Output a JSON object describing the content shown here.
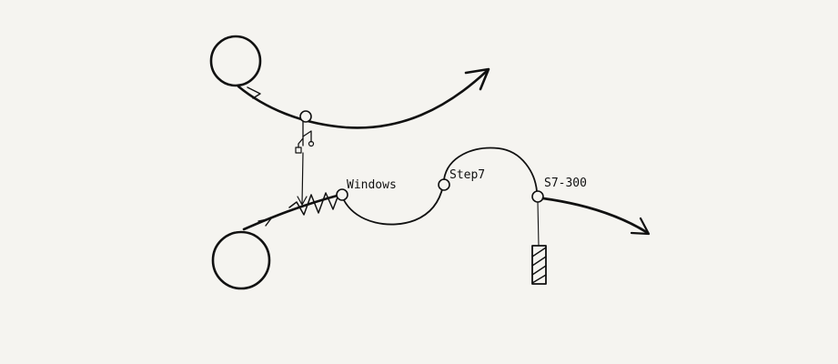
{
  "diagram": {
    "labels": {
      "windows": "Windows",
      "step7": "Step7",
      "s7_300": "S7-300"
    },
    "colors": {
      "background": "#f5f4f0",
      "ink": "#111111"
    },
    "icons": {
      "usb": "usb-icon",
      "plc_module": "plc-module-icon"
    }
  }
}
